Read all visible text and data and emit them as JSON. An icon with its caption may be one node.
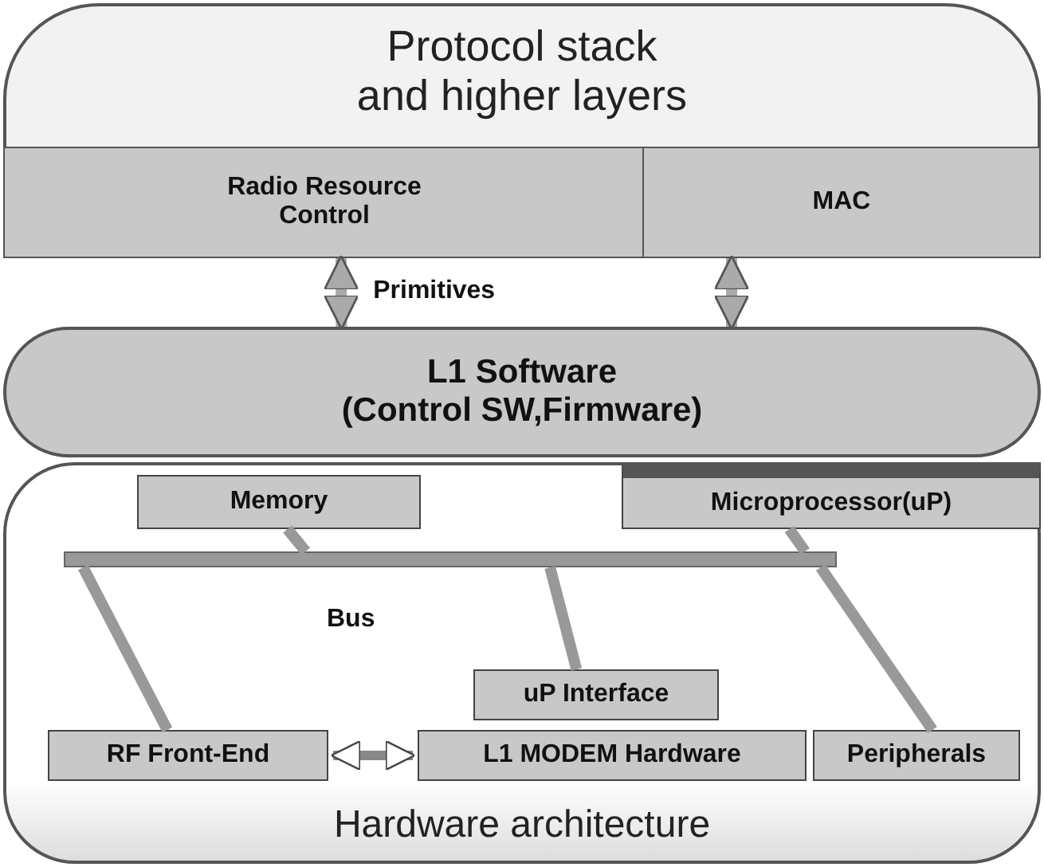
{
  "diagram": {
    "nodes": [
      {
        "text": [
          "Protocol stack and higher layers"
        ]
      },
      {
        "text": [
          "Radio Resource Control"
        ],
        "in": 0
      },
      {
        "text": [
          "MAC"
        ],
        "in": 0
      },
      {
        "text": [
          "L1 Software",
          "(Control SW,Firmware)"
        ]
      },
      {
        "text": [
          "Hardware architecture"
        ]
      },
      {
        "text": [
          "Memory"
        ],
        "in": 4
      },
      {
        "text": [
          "Microprocessor(uP)"
        ],
        "in": 4
      },
      {
        "text": [
          "Bus"
        ],
        "in": 4
      },
      {
        "text": [
          "uP Interface"
        ],
        "in": 4
      },
      {
        "text": [
          "RF Front-End"
        ],
        "in": 4
      },
      {
        "text": [
          "L1 MODEM Hardware"
        ],
        "in": 4
      },
      {
        "text": [
          "Peripherals"
        ],
        "in": 4
      }
    ],
    "edges": [
      {
        "from": 1,
        "to": 3,
        "arrow": "both",
        "label": "Primitives"
      },
      {
        "from": 2,
        "to": 3,
        "arrow": "both"
      },
      {
        "from": 5,
        "to": 7,
        "arrow": "none"
      },
      {
        "from": 6,
        "to": 7,
        "arrow": "none"
      },
      {
        "from": 7,
        "to": 9,
        "arrow": "none"
      },
      {
        "from": 7,
        "to": 8,
        "arrow": "none"
      },
      {
        "from": 7,
        "to": 11,
        "arrow": "none"
      },
      {
        "from": 9,
        "to": 10,
        "arrow": "both"
      }
    ]
  }
}
